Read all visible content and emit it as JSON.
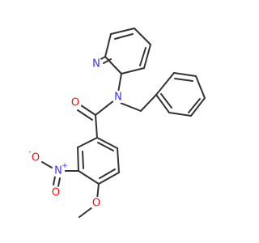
{
  "colors": {
    "bond": "#333333",
    "nitrogen": "#3333ff",
    "oxygen": "#ff0d0d"
  },
  "atoms": {
    "n_pyridine": {
      "symbol": "N",
      "color": "nitrogen"
    },
    "n_amide": {
      "symbol": "N",
      "color": "nitrogen"
    },
    "o_carbonyl": {
      "symbol": "O",
      "color": "oxygen"
    },
    "n_nitro": {
      "symbol": "N",
      "color": "nitrogen",
      "charge": "+"
    },
    "o_nitro_minus": {
      "symbol": "O",
      "color": "oxygen",
      "charge": "-"
    },
    "o_nitro_double": {
      "symbol": "O",
      "color": "oxygen"
    },
    "o_methoxy": {
      "symbol": "O",
      "color": "oxygen"
    }
  }
}
